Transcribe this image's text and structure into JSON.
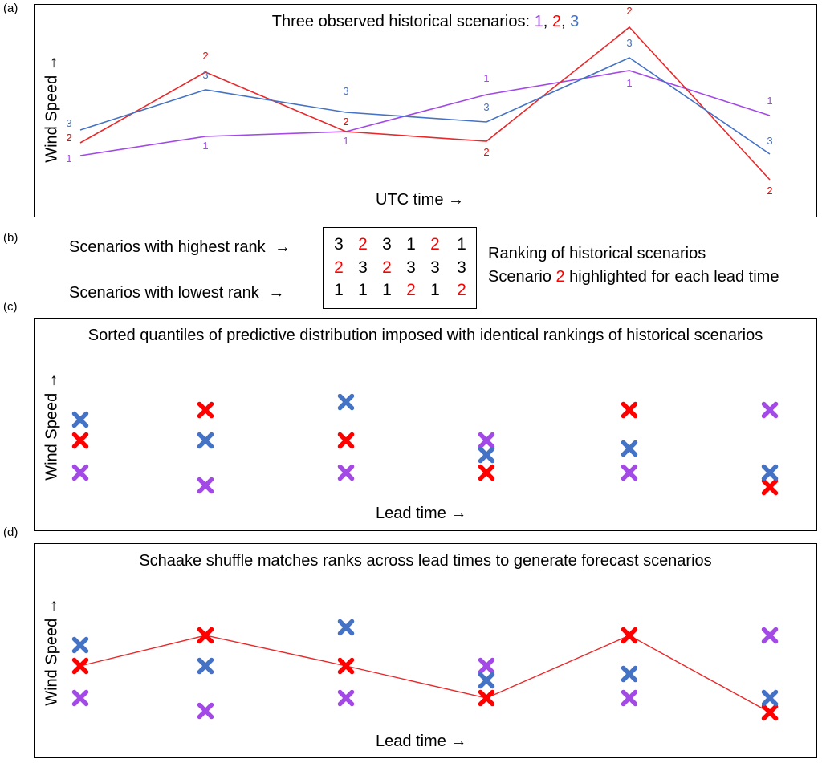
{
  "colors": {
    "s1": "#a349e6",
    "s2": "#ff0000",
    "s3": "#4472c4",
    "line_s2": "#e8282a"
  },
  "panel_labels": [
    "(a)",
    "(b)",
    "(c)",
    "(d)"
  ],
  "panel_a": {
    "title_prefix": "Three observed historical scenarios: ",
    "title_n1": "1",
    "title_sep1": ", ",
    "title_n2": "2",
    "title_sep2": ", ",
    "title_n3": "3",
    "xlabel": "UTC time →",
    "ylabel": "Wind Speed →"
  },
  "panel_b": {
    "label_high": "Scenarios with highest rank",
    "label_low": "Scenarios with lowest rank",
    "arrow": "→",
    "ranking_title": "Ranking of historical scenarios",
    "highlight_prefix": "Scenario ",
    "highlight_num": "2",
    "highlight_suffix": " highlighted for each lead time",
    "matrix": [
      [
        "3",
        "2",
        "3",
        "1",
        "2",
        "1"
      ],
      [
        "2",
        "3",
        "2",
        "3",
        "3",
        "3"
      ],
      [
        "1",
        "1",
        "1",
        "2",
        "1",
        "2"
      ]
    ]
  },
  "panel_c": {
    "title": "Sorted quantiles of predictive distribution imposed with identical rankings of historical scenarios",
    "xlabel": "Lead time →",
    "ylabel": "Wind Speed →"
  },
  "panel_d": {
    "title": "Schaake shuffle matches ranks across lead times to generate forecast scenarios",
    "xlabel": "Lead time →",
    "ylabel": "Wind Speed →"
  },
  "chart_data": [
    {
      "type": "line",
      "panel": "a",
      "x": [
        1,
        2,
        3,
        4,
        5,
        6
      ],
      "series": [
        {
          "name": "1",
          "values": [
            1.0,
            2.2,
            2.5,
            4.8,
            6.3,
            3.5
          ],
          "point_labels": [
            "1",
            "1",
            "1",
            "1",
            "1",
            "1"
          ]
        },
        {
          "name": "2",
          "values": [
            1.8,
            6.2,
            2.5,
            1.9,
            9.0,
            -0.5
          ],
          "point_labels": [
            "2",
            "2",
            "2",
            "2",
            "2",
            "2"
          ]
        },
        {
          "name": "3",
          "values": [
            2.6,
            5.1,
            3.7,
            3.1,
            7.1,
            1.1
          ],
          "point_labels": [
            "3",
            "3",
            "3",
            "3",
            "3",
            "3"
          ]
        }
      ]
    },
    {
      "type": "scatter",
      "panel": "c",
      "x": [
        1,
        2,
        3,
        4,
        5,
        6
      ],
      "series": [
        {
          "name": "1",
          "values": [
            2.0,
            1.2,
            2.0,
            4.0,
            2.0,
            5.9
          ]
        },
        {
          "name": "2",
          "values": [
            4.0,
            5.9,
            4.0,
            2.0,
            5.9,
            1.1
          ]
        },
        {
          "name": "3",
          "values": [
            5.3,
            4.0,
            6.4,
            3.1,
            3.5,
            2.0
          ]
        }
      ]
    },
    {
      "type": "scatter",
      "panel": "d",
      "x": [
        1,
        2,
        3,
        4,
        5,
        6
      ],
      "series": [
        {
          "name": "1",
          "values": [
            2.0,
            1.2,
            2.0,
            4.0,
            2.0,
            5.9
          ]
        },
        {
          "name": "2",
          "values": [
            4.0,
            5.9,
            4.0,
            2.0,
            5.9,
            1.1
          ],
          "connected": true
        },
        {
          "name": "3",
          "values": [
            5.3,
            4.0,
            6.4,
            3.1,
            3.5,
            2.0
          ]
        }
      ]
    }
  ]
}
